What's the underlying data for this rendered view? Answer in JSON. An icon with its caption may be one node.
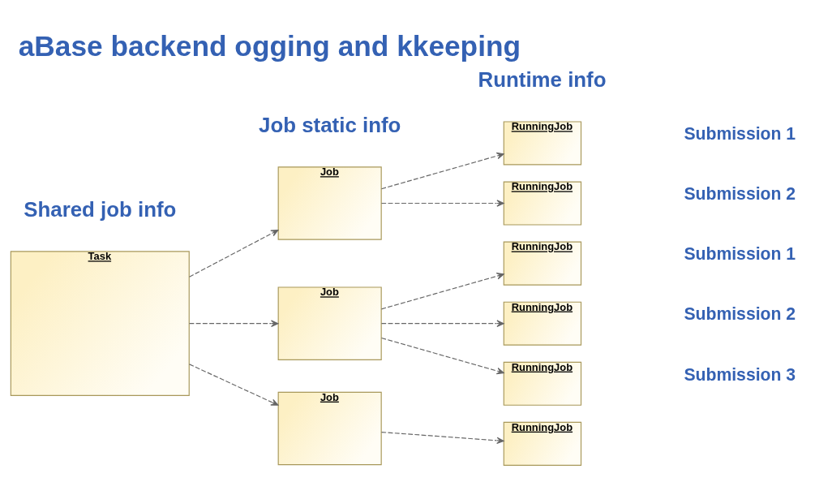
{
  "diagram": {
    "title": "aBase backend ogging and kkeeping",
    "nodes": [
      {
        "text": [
          "Task"
        ]
      },
      {
        "text": [
          "Job"
        ]
      },
      {
        "text": [
          "Job"
        ]
      },
      {
        "text": [
          "Job"
        ]
      },
      {
        "text": [
          "RunningJob"
        ]
      },
      {
        "text": [
          "RunningJob"
        ]
      },
      {
        "text": [
          "RunningJob"
        ]
      },
      {
        "text": [
          "RunningJob"
        ]
      },
      {
        "text": [
          "RunningJob"
        ]
      },
      {
        "text": [
          "RunningJob"
        ]
      }
    ],
    "edges": [
      {
        "from": 0,
        "to": 1,
        "arrow": "to",
        "style": "dashed"
      },
      {
        "from": 0,
        "to": 2,
        "arrow": "to",
        "style": "dashed"
      },
      {
        "from": 0,
        "to": 3,
        "arrow": "to",
        "style": "dashed"
      },
      {
        "from": 1,
        "to": 4,
        "arrow": "to",
        "style": "dashed"
      },
      {
        "from": 1,
        "to": 5,
        "arrow": "to",
        "style": "dashed"
      },
      {
        "from": 2,
        "to": 6,
        "arrow": "to",
        "style": "dashed"
      },
      {
        "from": 2,
        "to": 7,
        "arrow": "to",
        "style": "dashed"
      },
      {
        "from": 2,
        "to": 8,
        "arrow": "to",
        "style": "dashed"
      },
      {
        "from": 3,
        "to": 9,
        "arrow": "to",
        "style": "dashed"
      }
    ],
    "labels": [
      "Submission 1",
      "Submission 2",
      "Submission 1",
      "Submission 2",
      "Submission 3",
      "Shared job info",
      "Job static info",
      "Runtime info"
    ]
  }
}
